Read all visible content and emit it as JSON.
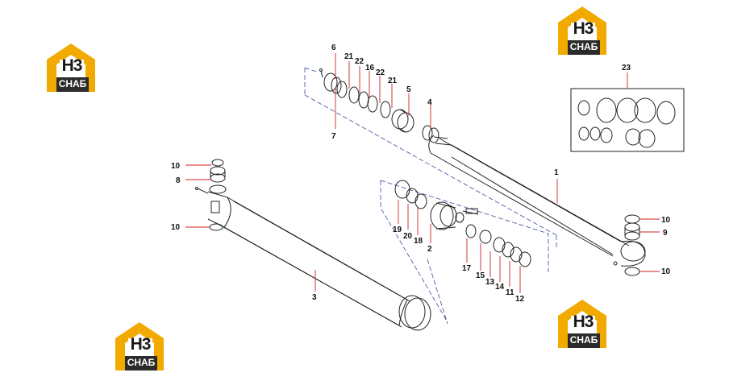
{
  "brand": {
    "logo_monogram": "Н3",
    "logo_text": "СНАБ",
    "logo_color": "#f2a900",
    "logo_dark": "#2b2b2b"
  },
  "callouts": {
    "c1": "1",
    "c2": "2",
    "c3": "3",
    "c4": "4",
    "c5": "5",
    "c6": "6",
    "c7": "7",
    "c8": "8",
    "c9": "9",
    "c10a": "10",
    "c10b": "10",
    "c10c": "10",
    "c10d": "10",
    "c11": "11",
    "c12": "12",
    "c13": "13",
    "c14": "14",
    "c15": "15",
    "c16": "16",
    "c17": "17",
    "c18": "18",
    "c19": "19",
    "c20": "20",
    "c21a": "21",
    "c21b": "21",
    "c22a": "22",
    "c22b": "22",
    "c23": "23"
  },
  "colors": {
    "leader": "#cc2222",
    "dashed_frame": "#3a4a9a",
    "line": "#222222"
  }
}
